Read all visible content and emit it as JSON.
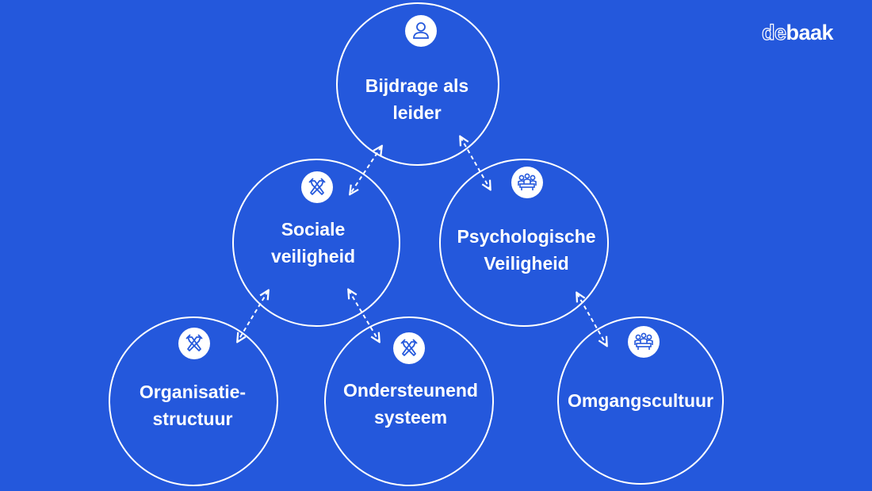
{
  "logo": {
    "part1": "de",
    "part2": "baak"
  },
  "nodes": {
    "leader": {
      "line1": "Bijdrage als",
      "line2": "leider",
      "icon": "person-icon"
    },
    "social": {
      "line1": "Sociale",
      "line2": "veiligheid",
      "icon": "tools-icon"
    },
    "psych": {
      "line1": "Psychologische",
      "line2": "Veiligheid",
      "icon": "team-icon"
    },
    "org": {
      "line1": "Organisatie-",
      "line2": "structuur",
      "icon": "tools-icon"
    },
    "support": {
      "line1": "Ondersteunend",
      "line2": "systeem",
      "icon": "tools-icon"
    },
    "culture": {
      "line1": "Omgangscultuur",
      "icon": "team-icon"
    }
  },
  "colors": {
    "background": "#2458dc",
    "line": "#ffffff",
    "icon": "#2458dc"
  }
}
